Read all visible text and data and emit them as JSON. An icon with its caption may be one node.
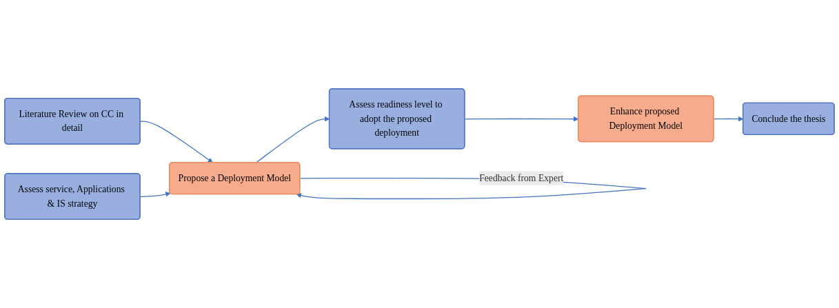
{
  "diagram": {
    "nodes": [
      {
        "text": [
          "Literature Review on CC in detail"
        ]
      },
      {
        "text": [
          "Propose a Deployment Model"
        ]
      },
      {
        "text": [
          "Assess service, Applications & IS strategy"
        ]
      },
      {
        "text": [
          "Assess readiness level to adopt the proposed deployment"
        ]
      },
      {
        "text": [
          "Enhance proposed Deployment Model"
        ]
      },
      {
        "text": [
          "Conclude the thesis"
        ]
      }
    ],
    "edges": [
      {
        "from": 0,
        "to": 1,
        "arrow": "to"
      },
      {
        "from": 2,
        "to": 1,
        "arrow": "to"
      },
      {
        "from": 1,
        "to": 1,
        "arrow": "to",
        "label": "Feedback from Expert"
      },
      {
        "from": 1,
        "to": 3,
        "arrow": "to"
      },
      {
        "from": 3,
        "to": 4,
        "arrow": "to"
      },
      {
        "from": 4,
        "to": 5,
        "arrow": "to"
      }
    ]
  }
}
